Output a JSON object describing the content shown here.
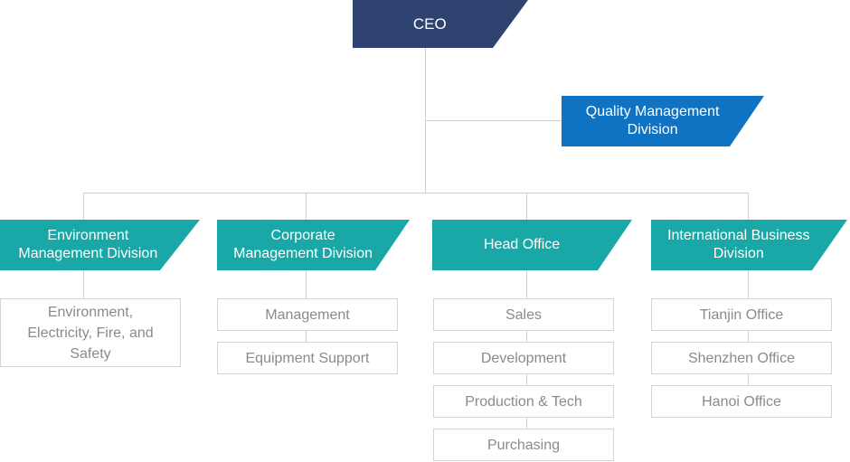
{
  "colors": {
    "ceo": "#2e4370",
    "quality": "#0f72c2",
    "division": "#1aa7a7",
    "connector": "#cfcfcf",
    "box_border": "#d6d6d6",
    "box_text": "#8a8a8a"
  },
  "org": {
    "ceo": {
      "label": "CEO"
    },
    "staff": {
      "label": "Quality Management Division",
      "lines": [
        "Quality Management",
        "Division"
      ]
    },
    "divisions": [
      {
        "label": "Environment Management Division",
        "lines": [
          "Environment",
          "Management Division"
        ],
        "children": [
          {
            "label": "Environment, Electricity, Fire, and Safety",
            "lines": [
              "Environment,",
              "Electricity, Fire, and",
              "Safety"
            ]
          }
        ]
      },
      {
        "label": "Corporate Management Division",
        "lines": [
          "Corporate",
          "Management Division"
        ],
        "children": [
          {
            "label": "Management"
          },
          {
            "label": "Equipment Support"
          }
        ]
      },
      {
        "label": "Head Office",
        "lines": [
          "Head Office"
        ],
        "children": [
          {
            "label": "Sales"
          },
          {
            "label": "Development"
          },
          {
            "label": "Production & Tech"
          },
          {
            "label": "Purchasing"
          }
        ]
      },
      {
        "label": "International Business Division",
        "lines": [
          "International Business",
          "Division"
        ],
        "children": [
          {
            "label": "Tianjin Office"
          },
          {
            "label": "Shenzhen Office"
          },
          {
            "label": "Hanoi Office"
          }
        ]
      }
    ]
  }
}
